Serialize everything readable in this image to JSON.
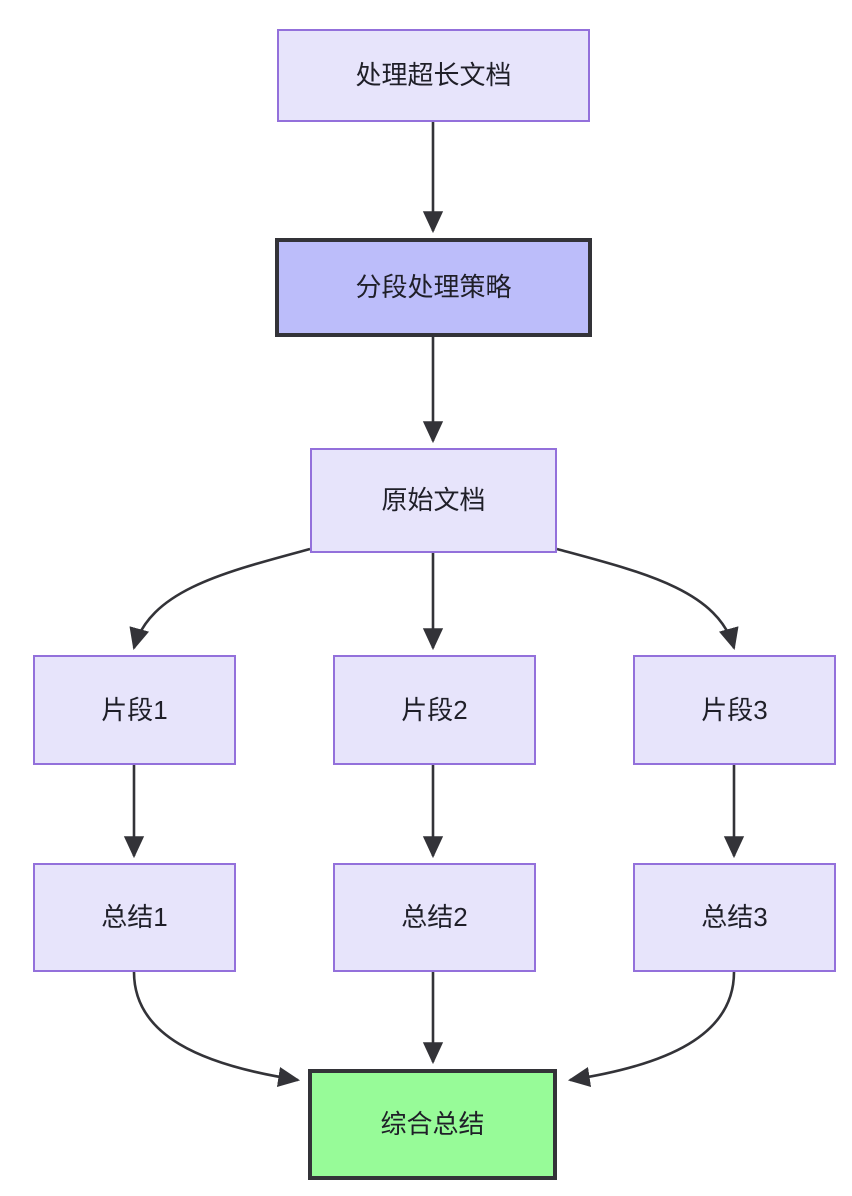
{
  "diagram": {
    "title": "处理超长文档",
    "type": "flowchart",
    "direction": "top-down",
    "background": "#ffffff",
    "palette": {
      "node_fill_default": "#e7e4fb",
      "node_border_default": "#9370db",
      "node_fill_strong": "#bcbdfa",
      "node_fill_success": "#97fb98",
      "node_border_strong": "#333338",
      "edge_color": "#333338",
      "text_color": "#1f1f28"
    },
    "nodes": [
      {
        "id": "n1",
        "label": "处理超长文档",
        "style": "default"
      },
      {
        "id": "n2",
        "label": "分段处理策略",
        "style": "strong"
      },
      {
        "id": "n3",
        "label": "原始文档",
        "style": "default"
      },
      {
        "id": "n4",
        "label": "片段1",
        "style": "default"
      },
      {
        "id": "n5",
        "label": "片段2",
        "style": "default"
      },
      {
        "id": "n6",
        "label": "片段3",
        "style": "default"
      },
      {
        "id": "n7",
        "label": "总结1",
        "style": "default"
      },
      {
        "id": "n8",
        "label": "总结2",
        "style": "default"
      },
      {
        "id": "n9",
        "label": "总结3",
        "style": "default"
      },
      {
        "id": "n10",
        "label": "综合总结",
        "style": "success"
      }
    ],
    "edges": [
      {
        "from": "n1",
        "to": "n2",
        "shape": "straight"
      },
      {
        "from": "n2",
        "to": "n3",
        "shape": "straight"
      },
      {
        "from": "n3",
        "to": "n4",
        "shape": "curve"
      },
      {
        "from": "n3",
        "to": "n5",
        "shape": "straight"
      },
      {
        "from": "n3",
        "to": "n6",
        "shape": "curve"
      },
      {
        "from": "n4",
        "to": "n7",
        "shape": "straight"
      },
      {
        "from": "n5",
        "to": "n8",
        "shape": "straight"
      },
      {
        "from": "n6",
        "to": "n9",
        "shape": "straight"
      },
      {
        "from": "n7",
        "to": "n10",
        "shape": "curve"
      },
      {
        "from": "n8",
        "to": "n10",
        "shape": "straight"
      },
      {
        "from": "n9",
        "to": "n10",
        "shape": "curve"
      }
    ]
  }
}
